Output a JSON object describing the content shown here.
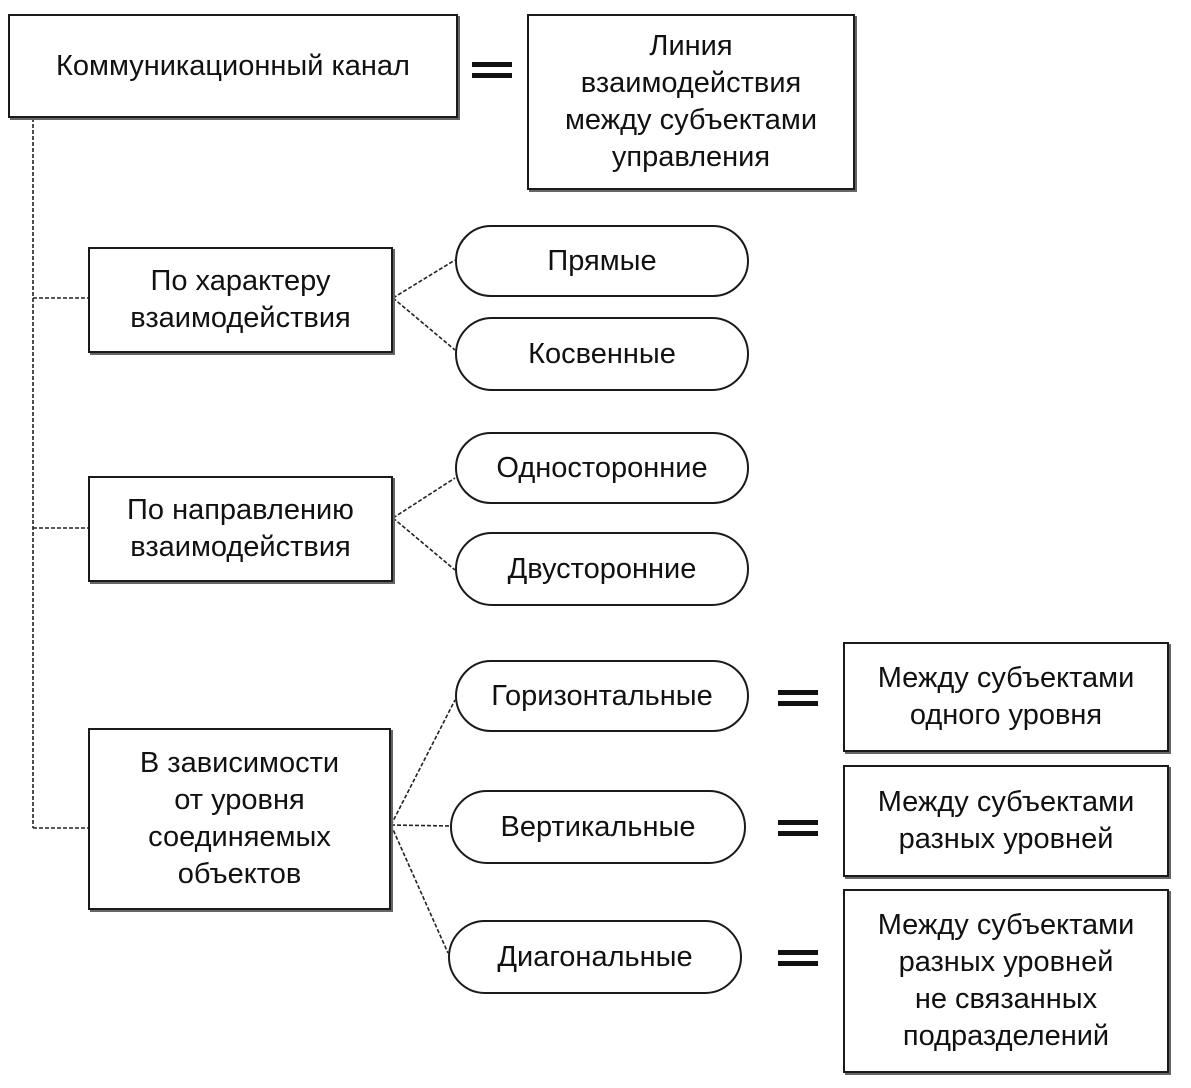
{
  "root": {
    "label": "Коммуникационный канал"
  },
  "root_definition": "Линия\nвзаимодействия\nмежду субъектами\nуправления",
  "criteria": [
    {
      "label": "По характеру\nвзаимодействия",
      "types": [
        "Прямые",
        "Косвенные"
      ]
    },
    {
      "label": "По направлению\nвзаимодействия",
      "types": [
        "Односторонние",
        "Двусторонние"
      ]
    },
    {
      "label": "В зависимости\nот уровня\nсоединяемых\nобъектов",
      "types": [
        "Горизонтальные",
        "Вертикальные",
        "Диагональные"
      ]
    }
  ],
  "level_definitions": [
    "Между субъектами\nодного уровня",
    "Между субъектами\nразных уровней",
    "Между субъектами\nразных уровней\nне связанных\nподразделений"
  ]
}
